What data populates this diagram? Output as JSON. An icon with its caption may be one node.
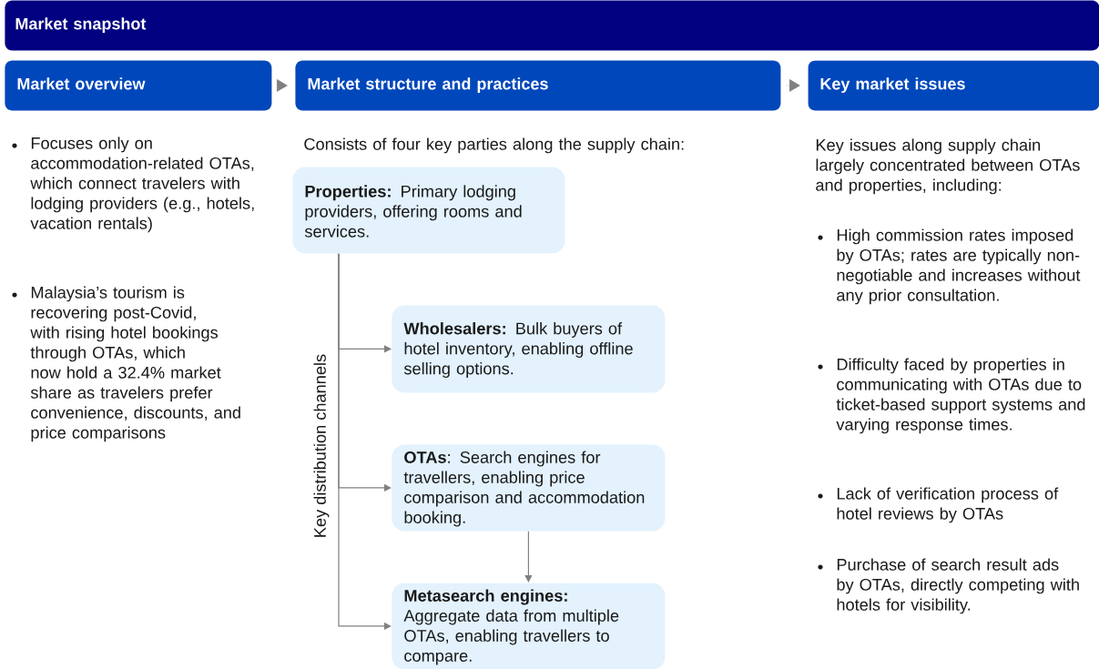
{
  "diagram": {
    "title": "Market snapshot",
    "nodes": [
      {
        "text": [
          "Market overview"
        ]
      },
      {
        "text": [
          "Market structure and practices"
        ]
      },
      {
        "text": [
          "Key market issues"
        ]
      },
      {
        "text": [
          "**Properties:** Primary lodging providers, offering rooms and services."
        ]
      },
      {
        "text": [
          "**Wholesalers:** Bulk buyers of hotel inventory, enabling offline selling options."
        ]
      },
      {
        "text": [
          "**OTAs**: Search engines for travellers, enabling price comparison and accommodation booking."
        ]
      },
      {
        "text": [
          "**Metasearch engines:** Aggregate data from multiple OTAs, enabling travellers to compare."
        ]
      }
    ],
    "edges": [
      {
        "from": 0,
        "to": 1,
        "arrow": "to"
      },
      {
        "from": 1,
        "to": 2,
        "arrow": "to"
      },
      {
        "from": 3,
        "to": 4,
        "arrow": "to"
      },
      {
        "from": 3,
        "to": 5,
        "arrow": "to"
      },
      {
        "from": 3,
        "to": 6,
        "arrow": "to"
      },
      {
        "from": 5,
        "to": 6,
        "arrow": "to"
      }
    ],
    "labels": [
      "Focuses only on accommodation-related OTAs, which connect travelers with lodging providers (e.g., hotels, vacation rentals)",
      "Malaysia’s tourism is recovering post-Covid, with rising hotel bookings through OTAs, which now hold a 32.4% market share as travelers prefer convenience, discounts, and price comparisons",
      "Consists of four key parties along the supply chain:",
      "Key distribution channels",
      "Key issues along supply chain largely concentrated between OTAs and properties, including:",
      "High commission rates imposed by OTAs; rates are typically non-negotiable and increases without any prior consultation.",
      "Difficulty faced by properties in communicating with OTAs due to ticket-based support systems and varying response times.",
      "Lack of verification process of hotel reviews by OTAs",
      "Purchase of search result ads by OTAs, directly competing with hotels for visibility."
    ]
  }
}
